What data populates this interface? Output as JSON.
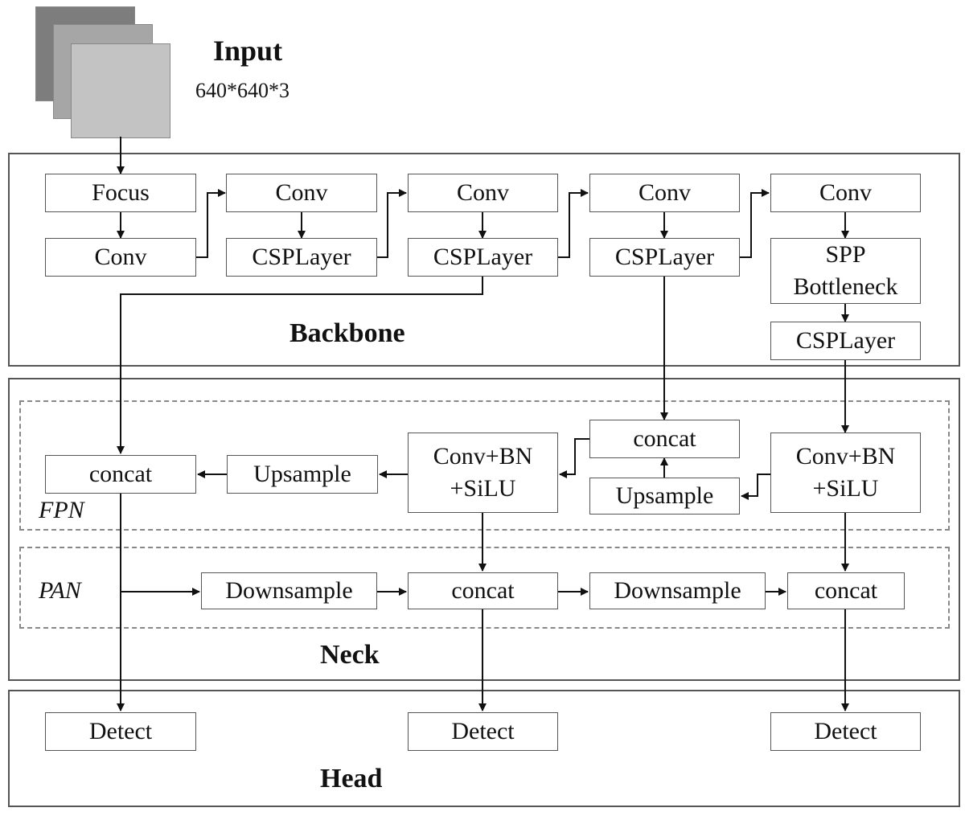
{
  "input": {
    "title": "Input",
    "size": "640*640*3"
  },
  "sections": {
    "backbone": "Backbone",
    "neck": "Neck",
    "head": "Head",
    "fpn": "FPN",
    "pan": "PAN"
  },
  "backbone": {
    "focus": "Focus",
    "conv1": "Conv",
    "conv2": "Conv",
    "csp1": "CSPLayer",
    "conv3": "Conv",
    "csp2": "CSPLayer",
    "conv4": "Conv",
    "csp3": "CSPLayer",
    "conv5": "Conv",
    "spp": "SPP\nBottleneck",
    "csp4": "CSPLayer"
  },
  "fpn": {
    "concat_left": "concat",
    "upsample_left": "Upsample",
    "convbn_mid": "Conv+BN\n+SiLU",
    "concat_mid": "concat",
    "upsample_mid": "Upsample",
    "convbn_right": "Conv+BN\n+SiLU"
  },
  "pan": {
    "down1": "Downsample",
    "concat1": "concat",
    "down2": "Downsample",
    "concat2": "concat"
  },
  "head": {
    "detect1": "Detect",
    "detect2": "Detect",
    "detect3": "Detect"
  }
}
